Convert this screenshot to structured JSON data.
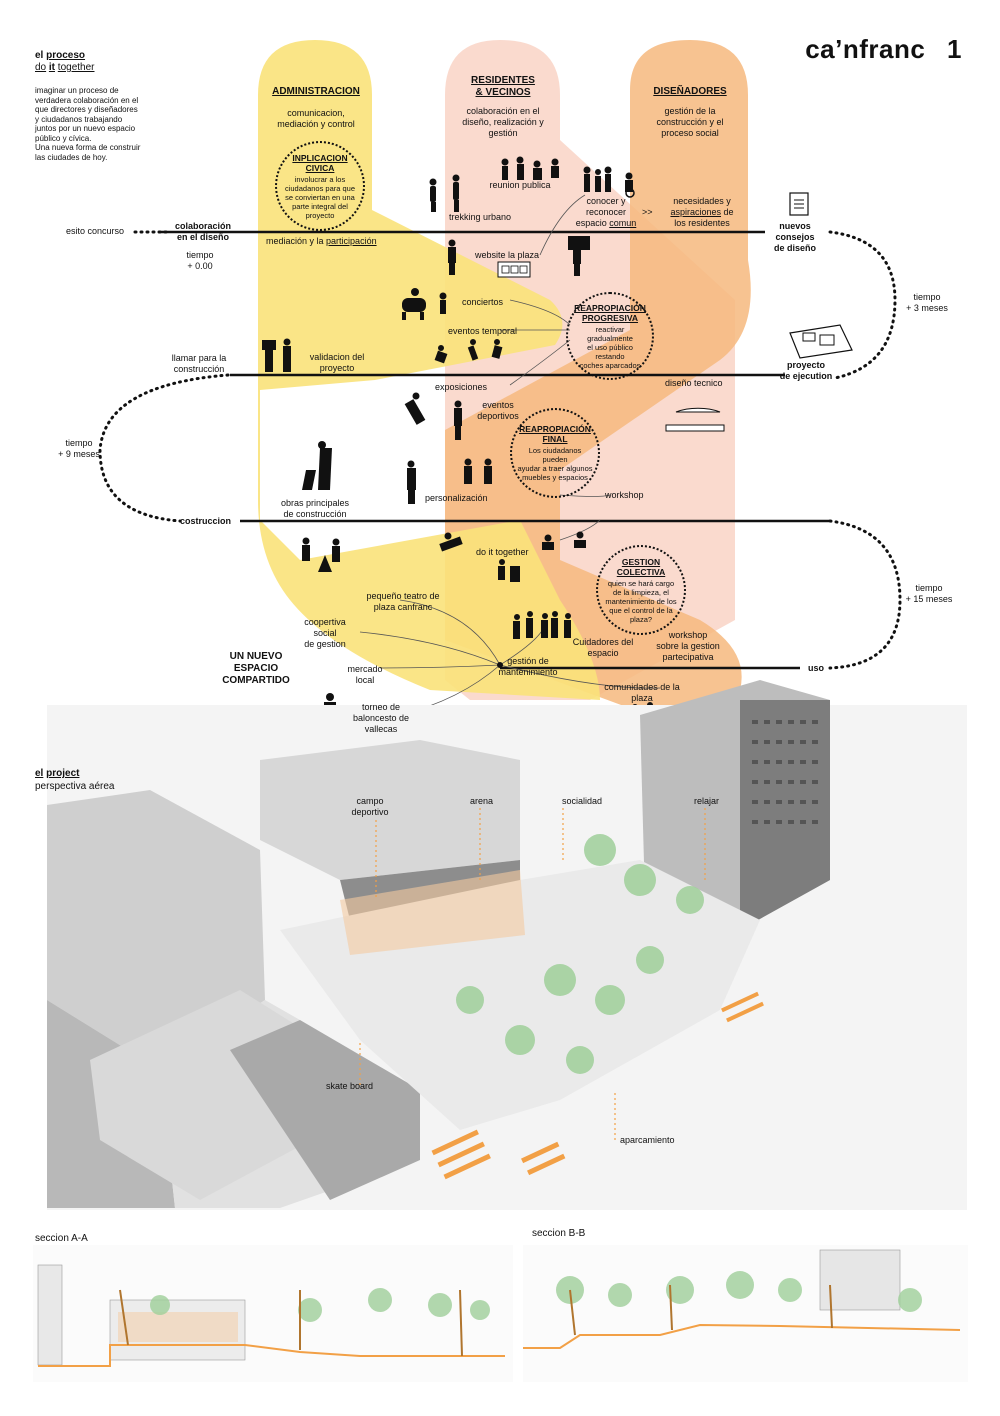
{
  "header": {
    "process_line1_prefix": "el",
    "process_line1_word": "proceso",
    "process_line2_a": "do",
    "process_line2_b": "it",
    "process_line2_c": "together",
    "intro_text": [
      "imaginar un proceso de",
      "verdadera colaboración en el",
      "que directores y diseñadores",
      "y ciudadanos trabajando",
      "juntos por un nuevo espacio",
      "público y cívica.",
      "Una nueva forma de construir",
      "las ciudades de hoy."
    ],
    "project_name": "ca’nfranc",
    "sheet_number": "1"
  },
  "columns": {
    "administracion": {
      "title": "ADMINISTRACION",
      "desc": [
        "comunicacion,",
        "mediación y control"
      ]
    },
    "residentes": {
      "title_1": "RESIDENTES",
      "title_2": "& VECINOS",
      "desc": [
        "colaboración en el",
        "diseño, realización y",
        "gestión"
      ]
    },
    "disenadores": {
      "title": "DISEÑADORES",
      "desc": [
        "gestión de la",
        "construcción y el",
        "proceso social"
      ]
    }
  },
  "circles": {
    "implicacion": {
      "title_1": "INPLICACION",
      "title_2": "CIVICA",
      "desc": [
        "involucrar a los",
        "ciudadanos para que",
        "se conviertan en una",
        "parte integral del",
        "proyecto"
      ]
    },
    "reapropiacion_progresiva": {
      "title_1": "REAPROPIACIÓN",
      "title_2": "PROGRESIVA",
      "desc": [
        "reactivar gradualmente",
        "el uso público restando",
        "coches aparcados"
      ]
    },
    "reapropiacion_final": {
      "title_1": "REAPROPIACIÓN",
      "title_2": "FINAL",
      "desc": [
        "Los ciudadanos pueden",
        "ayudar a traer algunos",
        "muebles y espacios"
      ]
    },
    "gestion_colectiva": {
      "title_1": "GESTION",
      "title_2": "COLECTIVA",
      "desc": [
        "quien se hará cargo",
        "de la limpieza, el",
        "mantenimiento de los",
        "que el control de la",
        "plaza?"
      ]
    }
  },
  "labels": {
    "reunion_publica": "reunion publica",
    "trekking_urbano": "trekking urbano",
    "conocer": [
      "conocer y",
      "reconocer"
    ],
    "espacio_comun_a": "espacio",
    "espacio_comun_b": "comun",
    "arrows": ">>",
    "necesidades_1": "necesidades y",
    "necesidades_2a": "aspiraciones",
    "necesidades_2b": "de",
    "necesidades_3": "los residentes",
    "esito_concurso": "esito concurso",
    "colaboracion": [
      "colaboración",
      "en el diseño"
    ],
    "tiempo_0": [
      "tiempo",
      "+ 0.00"
    ],
    "mediacion_a": "mediación y la",
    "mediacion_b": "participación",
    "website": "website la plaza",
    "nuevos_consejos": [
      "nuevos consejos",
      "de diseño"
    ],
    "tiempo_3": [
      "tiempo",
      "+ 3 meses"
    ],
    "conciertos": "conciertos",
    "eventos_temporal": "eventos temporal",
    "llamar": [
      "llamar para la",
      "construcción"
    ],
    "validacion": [
      "validacion del",
      "proyecto"
    ],
    "proyecto_ejecution": [
      "proyecto",
      "de ejecution"
    ],
    "exposiciones": "exposiciones",
    "diseno_tecnico": "diseño tecnico",
    "eventos_deportivos": [
      "eventos",
      "deportivos"
    ],
    "tiempo_9": [
      "tiempo",
      "+ 9 meses"
    ],
    "personalizacion": "personalización",
    "workshop": "workshop",
    "obras": [
      "obras principales",
      "de construcción"
    ],
    "costruccion": "costruccion",
    "do_it_together": "do it together",
    "tiempo_15": [
      "tiempo",
      "+ 15 meses"
    ],
    "teatro": [
      "pequeño teatro de",
      "plaza canfranc"
    ],
    "coopertiva": [
      "coopertiva",
      "social",
      "de gestion"
    ],
    "cuidadores": [
      "Cuidadores del",
      "espacio"
    ],
    "workshop_gestion": [
      "workshop",
      "sobre la gestion",
      "partecipativa"
    ],
    "nuevo_espacio": [
      "UN NUEVO",
      "ESPACIO",
      "COMPARTIDO"
    ],
    "mercado": [
      "mercado",
      "local"
    ],
    "gestion_mant": [
      "gestión de",
      "mantenimiento"
    ],
    "uso": "uso",
    "comunidades": [
      "comunidades de la",
      "plaza"
    ],
    "torneo": [
      "torneo de",
      "baloncesto de",
      "vallecas"
    ]
  },
  "project": {
    "title_prefix": "el",
    "title_word": "project",
    "subtitle": "perspectiva aérea",
    "callouts": {
      "campo": [
        "campo",
        "deportivo"
      ],
      "arena": "arena",
      "socialidad": "socialidad",
      "relajar": "relajar",
      "skate": "skate board",
      "aparcamiento": "aparcamiento"
    }
  },
  "sections": {
    "a": "seccion A-A",
    "b": "seccion B-B"
  },
  "colors": {
    "yellow": "#f9e27a",
    "orange": "#f6b97e",
    "pink": "#f9d3c6",
    "accent": "#f2a046",
    "ink": "#111111"
  }
}
